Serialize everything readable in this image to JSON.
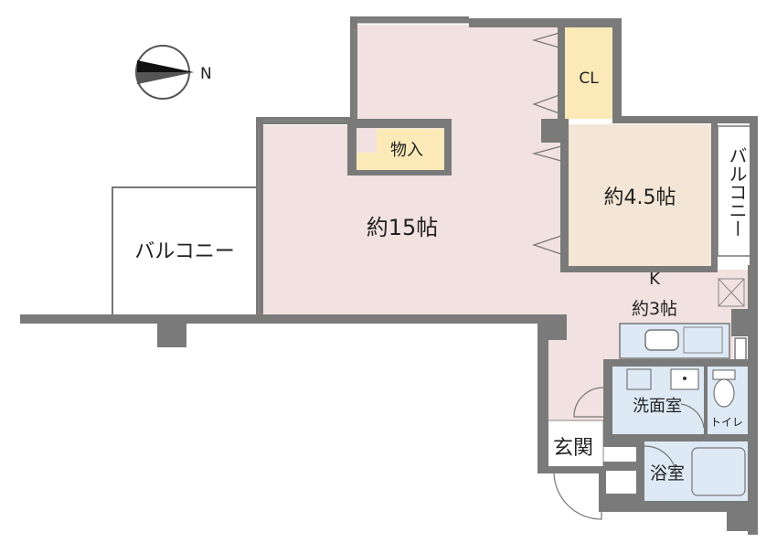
{
  "compass": {
    "direction_label": "N"
  },
  "rooms": {
    "living": {
      "label": "約15帖",
      "color": "#f2e1e1"
    },
    "bedroom": {
      "label": "約4.5帖",
      "color": "#f3e6d6"
    },
    "kitchen": {
      "label_top": "K",
      "label_bottom": "約3帖",
      "color": "#f2e1e1"
    },
    "closet": {
      "label": "CL",
      "color": "#fbeab8"
    },
    "storage": {
      "label": "物入",
      "color": "#fbeab8"
    },
    "washroom": {
      "label": "洗面室",
      "color": "#dde9f4"
    },
    "toilet": {
      "label": "トイレ",
      "color": "#dde9f4"
    },
    "bath": {
      "label": "浴室",
      "color": "#dde9f4"
    },
    "entrance": {
      "label": "玄関",
      "color": "#ffffff"
    }
  },
  "balconies": {
    "left": {
      "label": "バルコニー"
    },
    "right": {
      "label": "バルコニー"
    }
  },
  "colors": {
    "wall": "#7a7a7a",
    "outline": "#555555"
  }
}
